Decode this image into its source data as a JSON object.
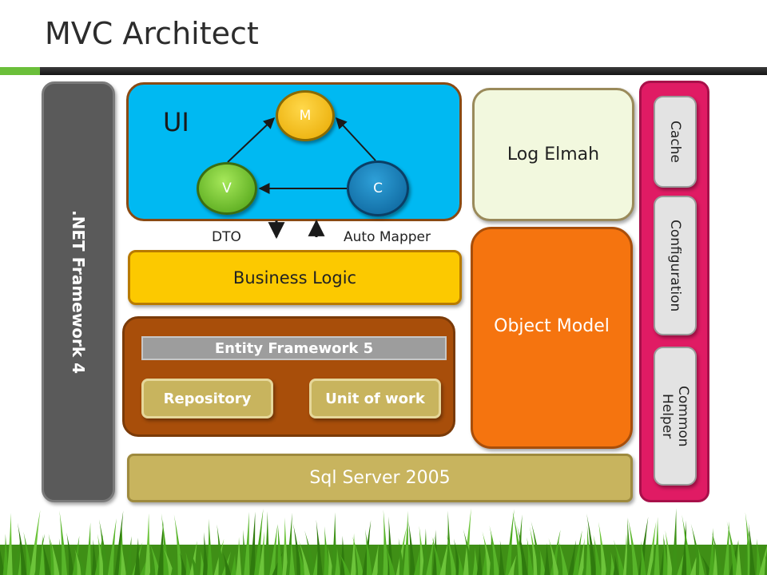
{
  "title": "MVC Architect",
  "colors": {
    "ui_panel": "#00b9f2",
    "business_logic": "#fcc900",
    "entity_panel": "#a84e0a",
    "object_model": "#f5740f",
    "log_elmah": "#f2f8de",
    "sql_server": "#c8b45e",
    "framework": "#5a5a5a",
    "side_panel": "#e01b64",
    "title_bar_accent": "#6bbf3a"
  },
  "framework": {
    "label": ".NET Framework 4"
  },
  "ui_panel": {
    "label": "UI",
    "nodes": {
      "m": "M",
      "v": "V",
      "c": "C"
    }
  },
  "transfer": {
    "dto": "DTO",
    "auto_mapper": "Auto Mapper"
  },
  "business_logic": "Business Logic",
  "data_access": {
    "entity_framework": "Entity Framework 5",
    "repository": "Repository",
    "unit_of_work": "Unit of work"
  },
  "log_elmah": "Log Elmah",
  "object_model": "Object Model",
  "sql_server": "Sql Server 2005",
  "cross_cutting": {
    "cache": "Cache",
    "configuration": "Configuration",
    "common_helper": "Common Helper"
  }
}
